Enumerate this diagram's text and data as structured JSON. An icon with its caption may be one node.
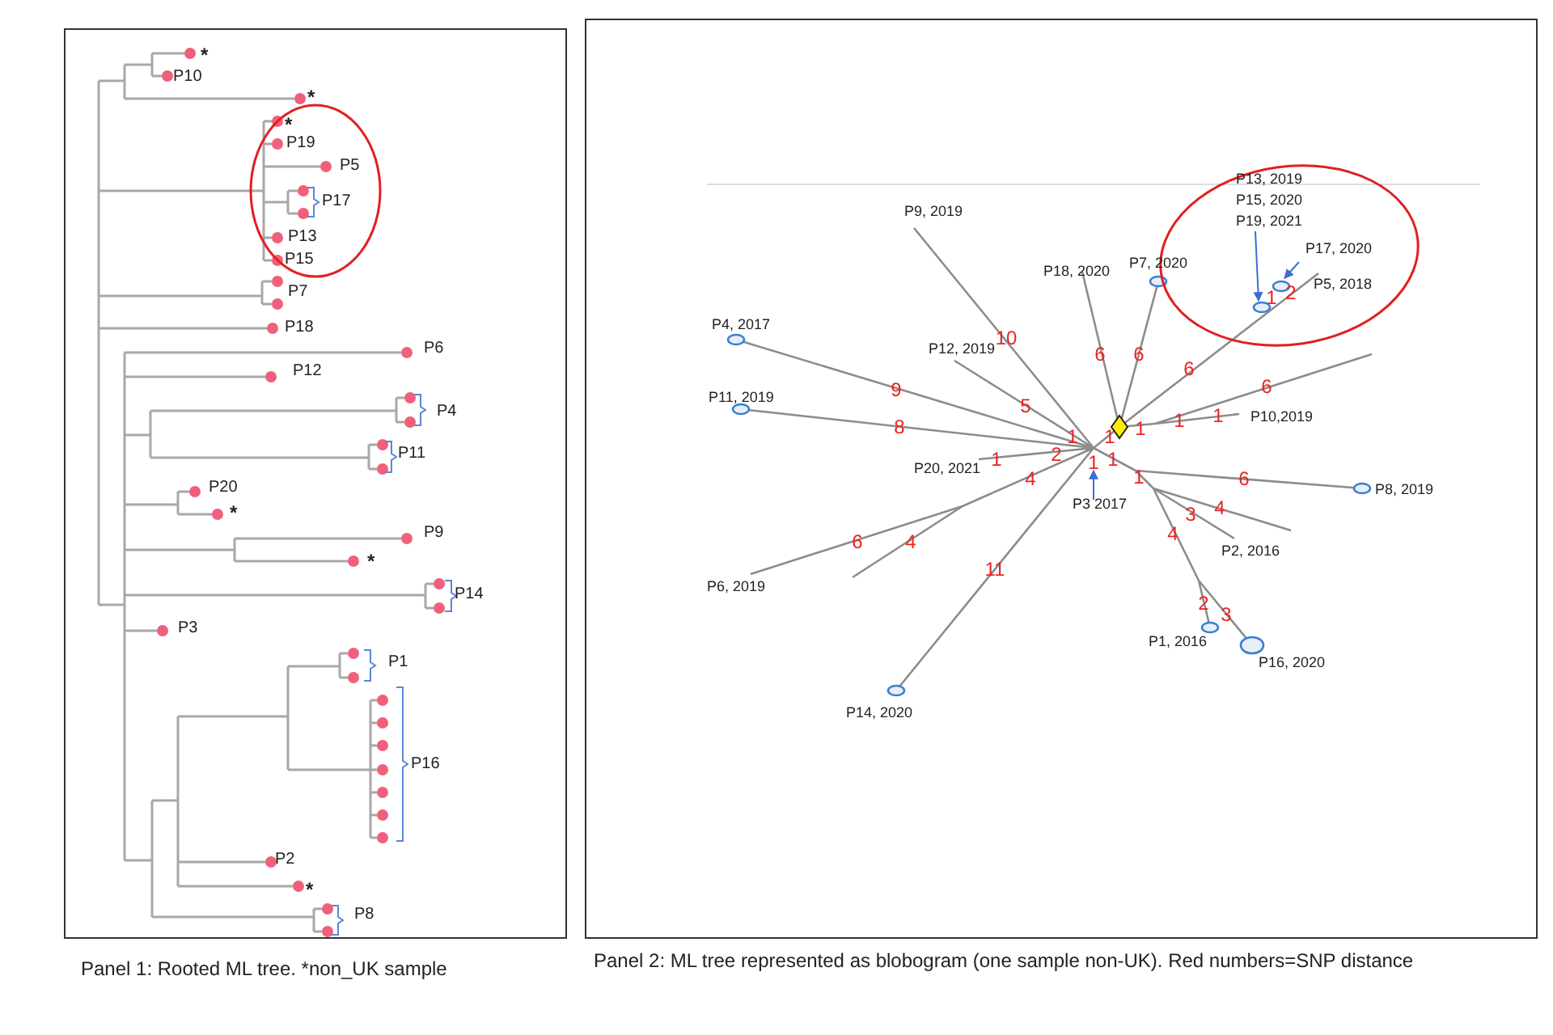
{
  "diagram": {
    "labels": [
      "*",
      "P10",
      "*",
      "*",
      "P19",
      "P5",
      "P17",
      "P13",
      "P15",
      "P7",
      "P18",
      "P6",
      "P12",
      "P4",
      "P11",
      "P20",
      "*",
      "P9",
      "*",
      "P14",
      "P3",
      "P1",
      "P16",
      "P2",
      "*",
      "P8",
      "P13, 2019",
      "P15, 2020",
      "P19, 2021",
      "P9, 2019",
      "P17, 2020",
      "P18, 2020",
      "P7, 2020",
      "P5, 2018",
      "1",
      "2",
      "P4, 2017",
      "10",
      "6",
      "6",
      "6",
      "6",
      "P12, 2019",
      "9",
      "5",
      "P11, 2019",
      "8",
      "1",
      "1",
      "1",
      "P10,2019",
      "P20, 2021",
      "1",
      "4",
      "2",
      "1",
      "1",
      "1",
      "1",
      "1",
      "6",
      "P8, 2019",
      "P3 2017",
      "4",
      "3",
      "4",
      "6",
      "4",
      "P2, 2016",
      "11",
      "P6, 2019",
      "2",
      "3",
      "P1, 2016",
      "P16, 2020",
      "P14, 2020",
      "Panel 1: Rooted ML tree. *non_UK sample",
      "Panel 2: ML tree represented as blobogram (one sample  non-UK). Red numbers=SNP distance"
    ]
  }
}
